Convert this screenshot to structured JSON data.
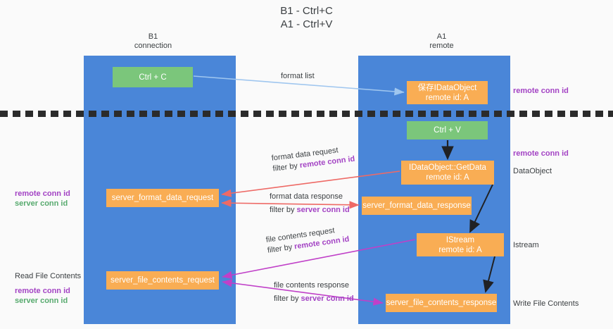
{
  "title": "B1 - Ctrl+C\nA1 - Ctrl+V",
  "columns": {
    "left": {
      "header": "B1\nconnection"
    },
    "right": {
      "header": "A1\nremote"
    }
  },
  "nodes": {
    "ctrl_c": "Ctrl + C",
    "save_dataobject": "保存IDataObject\nremote id: A",
    "ctrl_v": "Ctrl + V",
    "getdata": "IDataObject::GetData\nremote id: A",
    "server_format_data_request": "server_format_data_request",
    "server_format_data_response": "server_format_data_response",
    "istream": "IStream\nremote id: A",
    "server_file_contents_request": "server_file_contents_request",
    "server_file_contents_response": "server_file_contents_response"
  },
  "edge_labels": {
    "format_list": "format list",
    "format_data_request": "format data request",
    "format_data_request_filter_prefix": "filter by ",
    "format_data_request_filter_key": "remote conn id",
    "format_data_response": "format data response",
    "format_data_response_filter_prefix": "filter by ",
    "format_data_response_filter_key": "server conn id",
    "file_contents_request": "file contents request",
    "file_contents_request_filter_prefix": "filter by ",
    "file_contents_request_filter_key": "remote conn id",
    "file_contents_response": "file contents response",
    "file_contents_response_filter_prefix": "filter by ",
    "file_contents_response_filter_key": "server conn id"
  },
  "annotations": {
    "left_remote_conn_id": "remote conn id",
    "left_server_conn_id": "server conn id",
    "read_file_contents": "Read File Contents",
    "left2_remote_conn_id": "remote conn id",
    "left2_server_conn_id": "server conn id",
    "right_remote_conn_id_top": "remote conn id",
    "right_remote_conn_id_mid": "remote conn id",
    "right_dataobject": "DataObject",
    "right_istream": "Istream",
    "right_write_file_contents": "Write File Contents"
  },
  "colors": {
    "lane": "#4a86d8",
    "node_green": "#7bc67b",
    "node_orange": "#f9ad54",
    "edge_blue": "#9fc6ef",
    "edge_red": "#ee6a66",
    "edge_magenta": "#c040c8",
    "edge_black": "#202124",
    "highlight_purple": "#a343c4",
    "highlight_green": "#57aa6e"
  }
}
